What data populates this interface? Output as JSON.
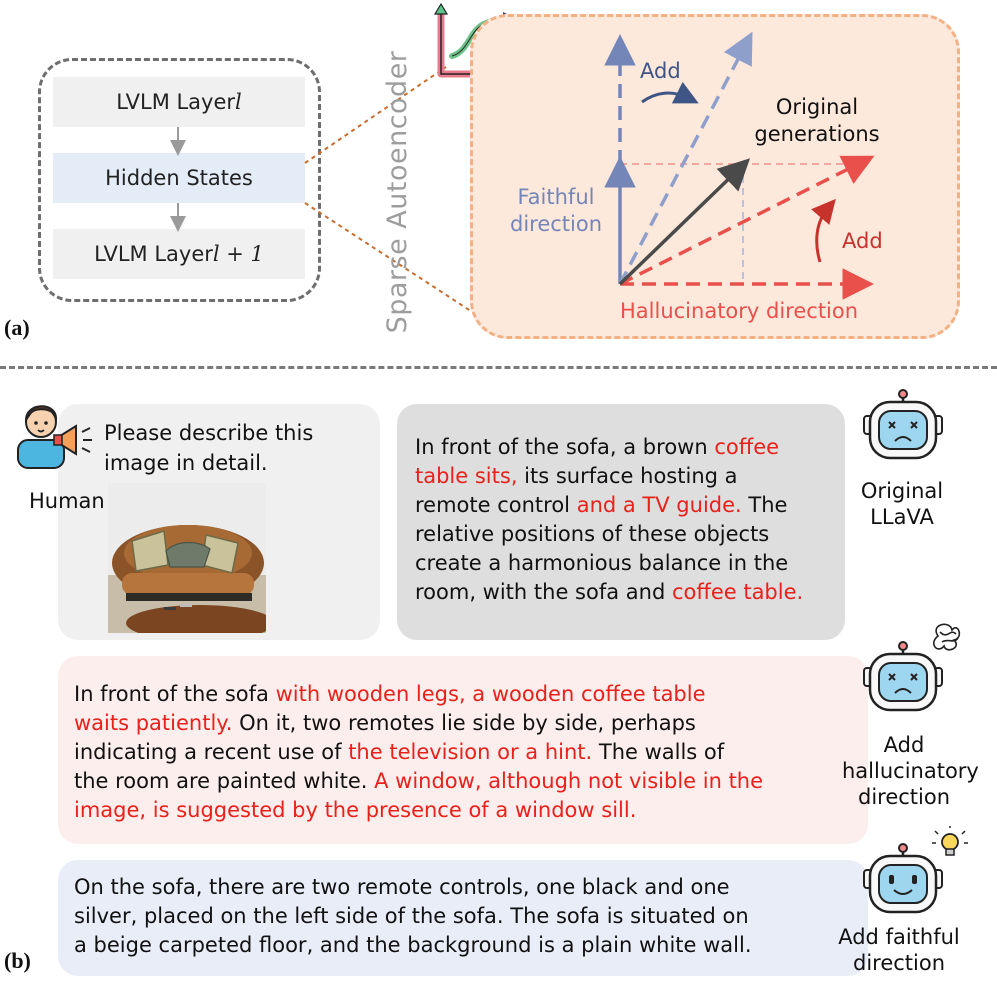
{
  "part_a": {
    "label": "(a)",
    "layer_top": "LVLM Layer ",
    "layer_top_var": "l",
    "hidden_states": "Hidden States",
    "layer_bottom": "LVLM Layer ",
    "layer_bottom_var": "l + 1",
    "sae_label": "Sparse Autoencoder",
    "add_blue": "Add",
    "add_red": "Add",
    "original_generations": [
      "Original",
      "generations"
    ],
    "faithful_direction": [
      "Faithful",
      "direction"
    ],
    "hallucinatory_direction": "Hallucinatory direction",
    "colors": {
      "faithful": "#7486b8",
      "hallucinatory": "#e9504c",
      "original": "#4a4a4a",
      "panel_bg": "#fde8dc",
      "panel_border": "#f3b183"
    }
  },
  "part_b": {
    "label": "(b)",
    "human": {
      "prompt": [
        "Please describe this",
        "image in detail."
      ],
      "label": "Human",
      "icon": "human-megaphone-icon"
    },
    "original": {
      "caption": [
        "Original",
        "LLaVA"
      ],
      "icon": "sad-robot-icon",
      "lines": [
        [
          {
            "t": "In front of the sofa, a brown ",
            "r": false
          },
          {
            "t": "coffee",
            "r": true
          }
        ],
        [
          {
            "t": "table sits,",
            "r": true
          },
          {
            "t": " its surface hosting a",
            "r": false
          }
        ],
        [
          {
            "t": "remote control ",
            "r": false
          },
          {
            "t": "and a TV guide.",
            "r": true
          },
          {
            "t": " The",
            "r": false
          }
        ],
        [
          {
            "t": "relative positions of these objects",
            "r": false
          }
        ],
        [
          {
            "t": "create a harmonious balance in the",
            "r": false
          }
        ],
        [
          {
            "t": "room, with the sofa and ",
            "r": false
          },
          {
            "t": "coffee table.",
            "r": true
          }
        ]
      ]
    },
    "hallucinatory": {
      "caption": [
        "Add",
        "hallucinatory",
        "direction"
      ],
      "icon": "confused-robot-icon",
      "lines": [
        [
          {
            "t": "In front of the sofa ",
            "r": false
          },
          {
            "t": "with wooden legs, a wooden coffee table",
            "r": true
          }
        ],
        [
          {
            "t": "waits patiently.",
            "r": true
          },
          {
            "t": " On it, two remotes lie side by side, perhaps",
            "r": false
          }
        ],
        [
          {
            "t": "indicating a recent use of ",
            "r": false
          },
          {
            "t": "the television or a hint.",
            "r": true
          },
          {
            "t": " The walls of",
            "r": false
          }
        ],
        [
          {
            "t": "the room are painted white. ",
            "r": false
          },
          {
            "t": "A window, although not visible in the",
            "r": true
          }
        ],
        [
          {
            "t": "image, is suggested by the presence of a window sill.",
            "r": true
          }
        ]
      ]
    },
    "faithful": {
      "caption": [
        "Add faithful",
        "direction"
      ],
      "icon": "happy-robot-icon",
      "lines": [
        [
          {
            "t": "On the sofa, there are two remote controls, one black and one",
            "r": false
          }
        ],
        [
          {
            "t": "silver, placed on the left side of the sofa. The sofa is situated on",
            "r": false
          }
        ],
        [
          {
            "t": "a beige carpeted floor, and the background is a plain white wall.",
            "r": false
          }
        ]
      ]
    }
  }
}
